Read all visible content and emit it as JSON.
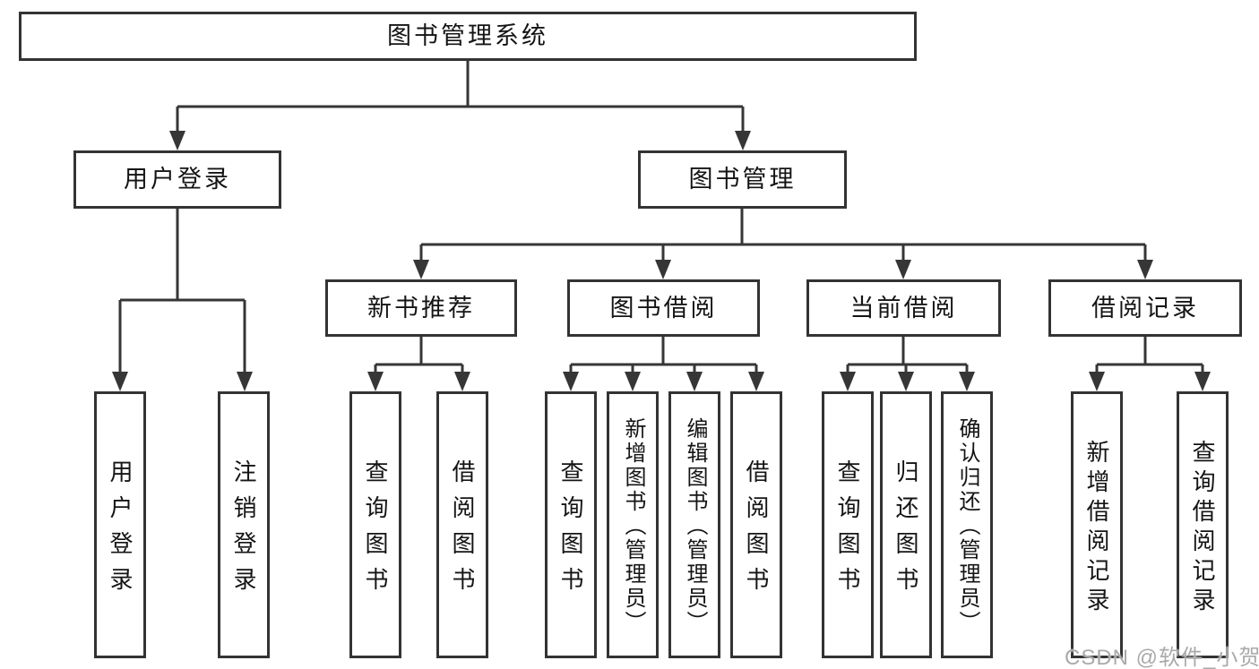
{
  "colors": {
    "line": "#363636",
    "border": "#333333",
    "text": "#141414",
    "watermark": "#aaaaaa"
  },
  "watermark": {
    "text": "CSDN @软件_小贺同学"
  },
  "tree": {
    "root": {
      "label": "图书管理系统",
      "children": [
        {
          "label": "用户登录",
          "children": [
            {
              "label": "用户登录"
            },
            {
              "label": "注销登录"
            }
          ]
        },
        {
          "label": "图书管理",
          "children": [
            {
              "label": "新书推荐",
              "children": [
                {
                  "label": "查询图书"
                },
                {
                  "label": "借阅图书"
                }
              ]
            },
            {
              "label": "图书借阅",
              "children": [
                {
                  "label": "查询图书"
                },
                {
                  "label": "新增图书（管理员）"
                },
                {
                  "label": "编辑图书（管理员）"
                },
                {
                  "label": "借阅图书"
                }
              ]
            },
            {
              "label": "当前借阅",
              "children": [
                {
                  "label": "查询图书"
                },
                {
                  "label": "归还图书"
                },
                {
                  "label": "确认归还（管理员）"
                }
              ]
            },
            {
              "label": "借阅记录",
              "children": [
                {
                  "label": "新增借阅记录"
                },
                {
                  "label": "查询借阅记录"
                }
              ]
            }
          ]
        }
      ]
    }
  }
}
